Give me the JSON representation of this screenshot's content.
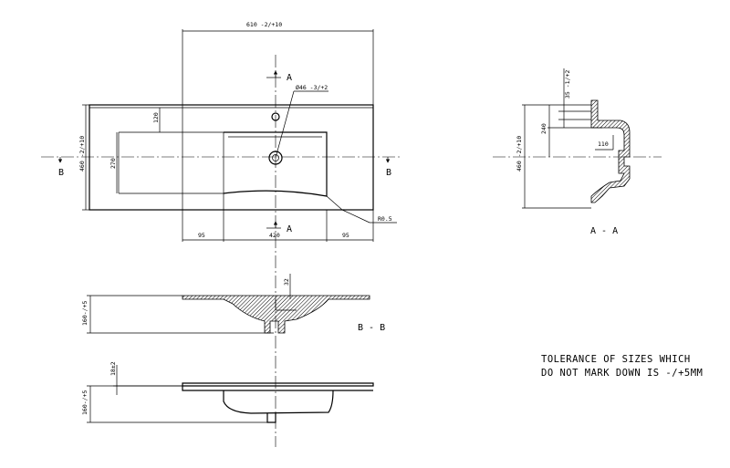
{
  "dimensions": {
    "top_width": "610 -2/+10",
    "hole_dia": "Ø46 -3/+2",
    "dim_120": "120",
    "dim_270": "270",
    "height_460": "460 -2/+10",
    "left_95": "95",
    "bowl_420": "420",
    "right_95": "95",
    "radius": "R0.5",
    "side_35": "35 -1/+2",
    "side_240": "240",
    "side_110": "110",
    "side_460": "460 -2/+10",
    "bb_32": "32",
    "bb_160": "160-/+5",
    "bottom_18": "18±2",
    "bottom_160": "160-/+5"
  },
  "section_marks": {
    "a_top": "A",
    "a_bottom": "A",
    "b_left": "B",
    "b_right": "B",
    "section_aa": "A - A",
    "section_bb": "B - B"
  },
  "notes": {
    "tolerance_line1": "TOLERANCE OF SIZES WHICH",
    "tolerance_line2": "DO NOT MARK DOWN IS -/+5MM"
  }
}
